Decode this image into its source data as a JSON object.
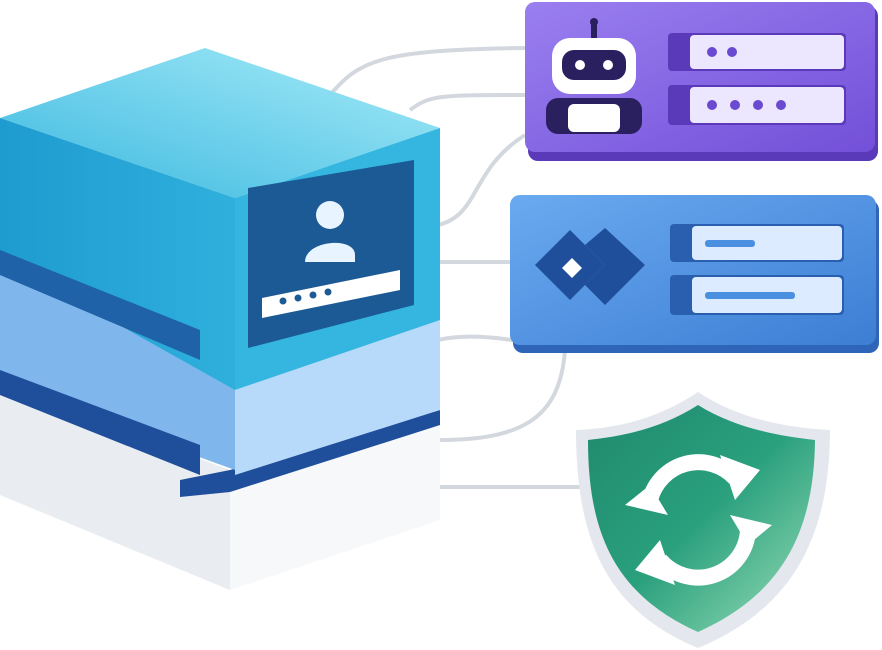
{
  "illustration": {
    "server_stack": {
      "layers": [
        "top-cyan",
        "middle-light-blue",
        "bottom-white"
      ],
      "colors": {
        "top": "#2fb3de",
        "top_face": "#7fd9f0",
        "middle": "#8ec2ef",
        "bottom": "#e4e7ec",
        "panel": "#1b5a94"
      },
      "panel_icons": [
        "user-icon",
        "password-field-icon"
      ]
    },
    "cards": [
      {
        "name": "ai-robot-card",
        "icon": "robot-icon",
        "color": "#8f6fe6",
        "fields": [
          "password-dots-2",
          "password-dots-4"
        ]
      },
      {
        "name": "connector-card",
        "icon": "diamond-link-icon",
        "color": "#4a8fe0",
        "fields": [
          "field-bar",
          "field-bar"
        ]
      }
    ],
    "shield": {
      "icon": "sync-arrows-icon",
      "color": "#2a9a7a"
    }
  }
}
